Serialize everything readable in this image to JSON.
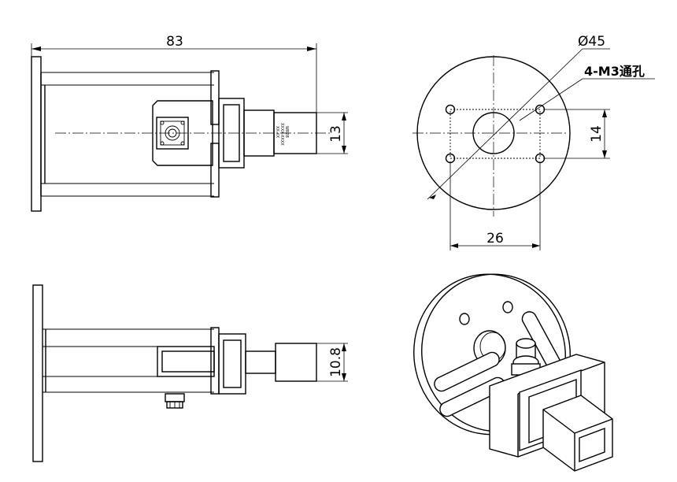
{
  "dimensions": {
    "overall_length": "83",
    "flange_height": "13",
    "bore_diameter": "Ø45",
    "holes": "4-M3通孔",
    "hole_spacing_vertical": "14",
    "hole_spacing_horizontal": "26",
    "side_height": "10.8"
  },
  "label": {
    "line1": "WR28",
    "line2": "XXXX-XXXX",
    "line3": "XX-XX"
  }
}
